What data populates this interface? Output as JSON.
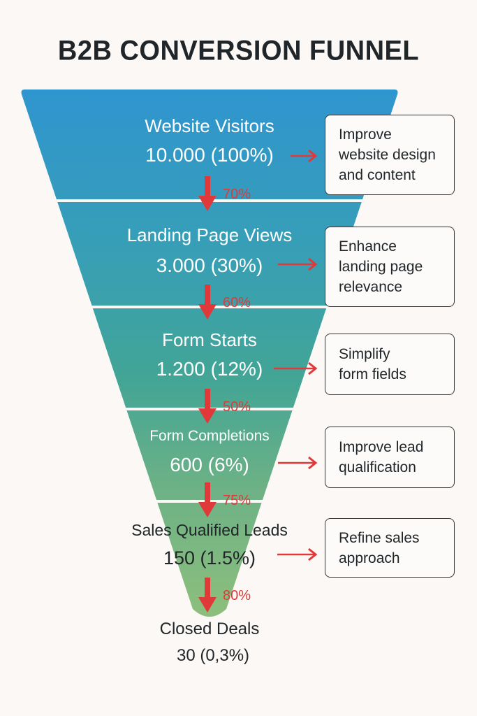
{
  "title": "B2B CONVERSION FUNNEL",
  "colors": {
    "top": "#2f95cf",
    "bottom": "#8dbf7c",
    "arrow": "#e0393a",
    "text_dark": "#1f2528"
  },
  "chart_data": {
    "type": "funnel",
    "title": "B2B CONVERSION FUNNEL",
    "stages": [
      {
        "name": "Website Visitors",
        "value": 10000,
        "percent_of_total": 100,
        "display": "10.000 (100%)",
        "recommendation": [
          "Improve",
          "website design",
          "and content"
        ]
      },
      {
        "name": "Landing Page Views",
        "value": 3000,
        "percent_of_total": 30,
        "display": "3.000 (30%)",
        "recommendation": [
          "Enhance",
          "landing page",
          "relevance"
        ]
      },
      {
        "name": "Form Starts",
        "value": 1200,
        "percent_of_total": 12,
        "display": "1.200 (12%)",
        "recommendation": [
          "Simplify",
          "form fields"
        ]
      },
      {
        "name": "Form Completions",
        "value": 600,
        "percent_of_total": 6,
        "display": "600 (6%)",
        "recommendation": [
          "Improve lead",
          "qualification"
        ]
      },
      {
        "name": "Sales Qualified Leads",
        "value": 150,
        "percent_of_total": 1.5,
        "display": "150 (1.5%)",
        "recommendation": [
          "Refine sales",
          "approach"
        ]
      },
      {
        "name": "Closed Deals",
        "value": 30,
        "percent_of_total": 0.3,
        "display": "30 (0,3%)",
        "recommendation": []
      }
    ],
    "drop_rates": [
      "70%",
      "60%",
      "50%",
      "75%",
      "80%"
    ]
  }
}
